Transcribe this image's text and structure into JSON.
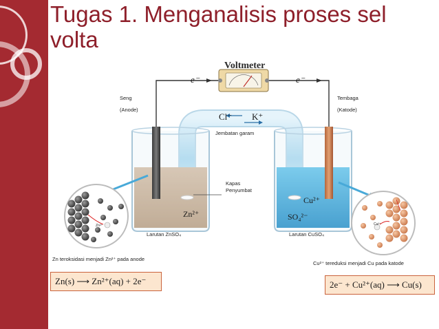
{
  "slide": {
    "title": "Tugas 1. Menganalisis proses sel volta"
  },
  "diagram": {
    "voltmeter": "Voltmeter",
    "electron_left": "e⁻",
    "electron_right": "e⁻",
    "anode_name": "Seng",
    "anode_role": "(Anode)",
    "cathode_name": "Tembaga",
    "cathode_role": "(Katode)",
    "salt_bridge_ion_left": "Cl⁻",
    "salt_bridge_ion_right": "K⁺",
    "salt_bridge": "Jembatan garam",
    "plug_line1": "Kapas",
    "plug_line2": "Penyumbat",
    "zn_ion": "Zn²⁺",
    "cu_ion": "Cu²⁺",
    "so4_ion": "SO₄²⁻",
    "left_solution": "Larutan ZnSO₄",
    "right_solution": "Larutan CuSO₄",
    "left_caption": "Zn teroksidasi menjadi Zn²⁺ pada anode",
    "right_caption": "Cu²⁺ tereduksi menjadi Cu pada katode",
    "zoom_left_ion": "Zn²⁺",
    "zoom_right_ion": "Cu²⁺"
  },
  "equations": {
    "oxidation": "Zn(s) ⟶ Zn²⁺(aq) + 2e⁻",
    "reduction": "2e⁻ + Cu²⁺(aq) ⟶ Cu(s)"
  },
  "colors": {
    "sidebar": "#a42a31",
    "title": "#8e1f2a",
    "zinc_solution": "#c9ab8e",
    "copper_solution": "#2aa3dc",
    "equation_bg": "#fce6cf"
  }
}
